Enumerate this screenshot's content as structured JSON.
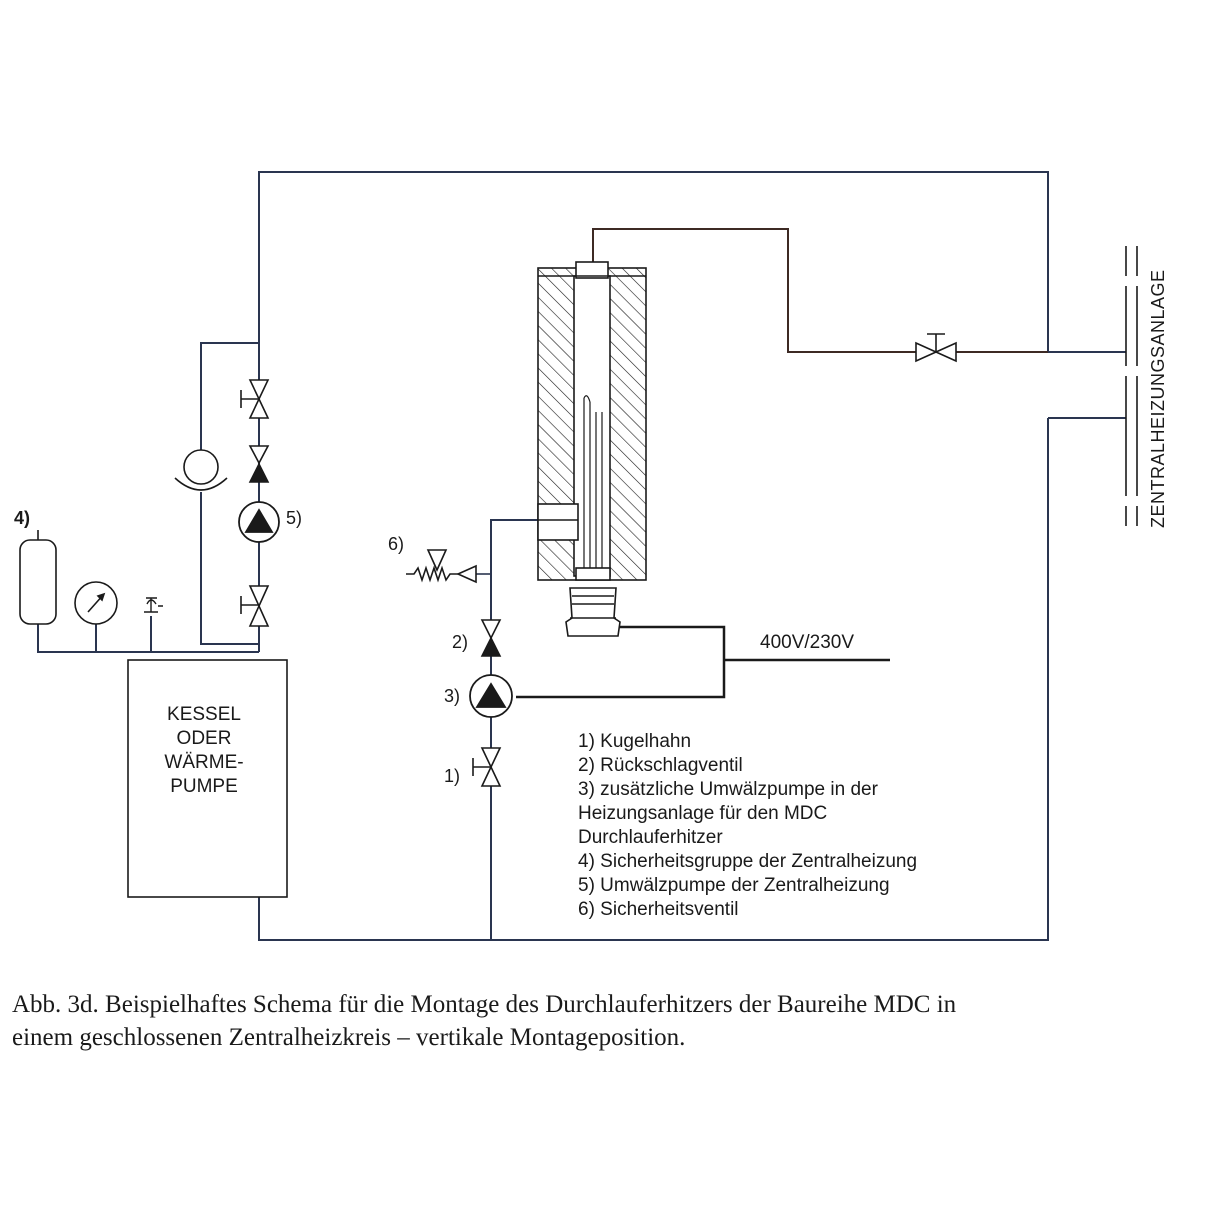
{
  "labels": {
    "boiler_line1": "KESSEL",
    "boiler_line2": "ODER",
    "boiler_line3": "WÄRME-",
    "boiler_line4": "PUMPE",
    "heating_system": "ZENTRALHEIZUNGSANLAGE",
    "power": "400V/230V",
    "num1": "1)",
    "num2": "2)",
    "num3": "3)",
    "num4": "4)",
    "num5": "5)",
    "num6": "6)"
  },
  "legend": [
    "1) Kugelhahn",
    "2) Rückschlagventil",
    "3) zusätzliche Umwälzpumpe in der",
    "Heizungsanlage für den MDC",
    "Durchlauferhitzer",
    "4) Sicherheitsgruppe der Zentralheizung",
    "5) Umwälzpumpe der Zentralheizung",
    "6) Sicherheitsventil"
  ],
  "caption": {
    "line1": "Abb. 3d. Beispielhaftes Schema für die Montage des Durchlauferhitzers der Baureihe MDC in",
    "line2": "einem geschlossenen Zentralheizkreis – vertikale Montageposition."
  },
  "colors": {
    "pipe_blue": "#2a3550",
    "pipe_brown": "#3d2a24",
    "ink": "#1a1a1a"
  }
}
